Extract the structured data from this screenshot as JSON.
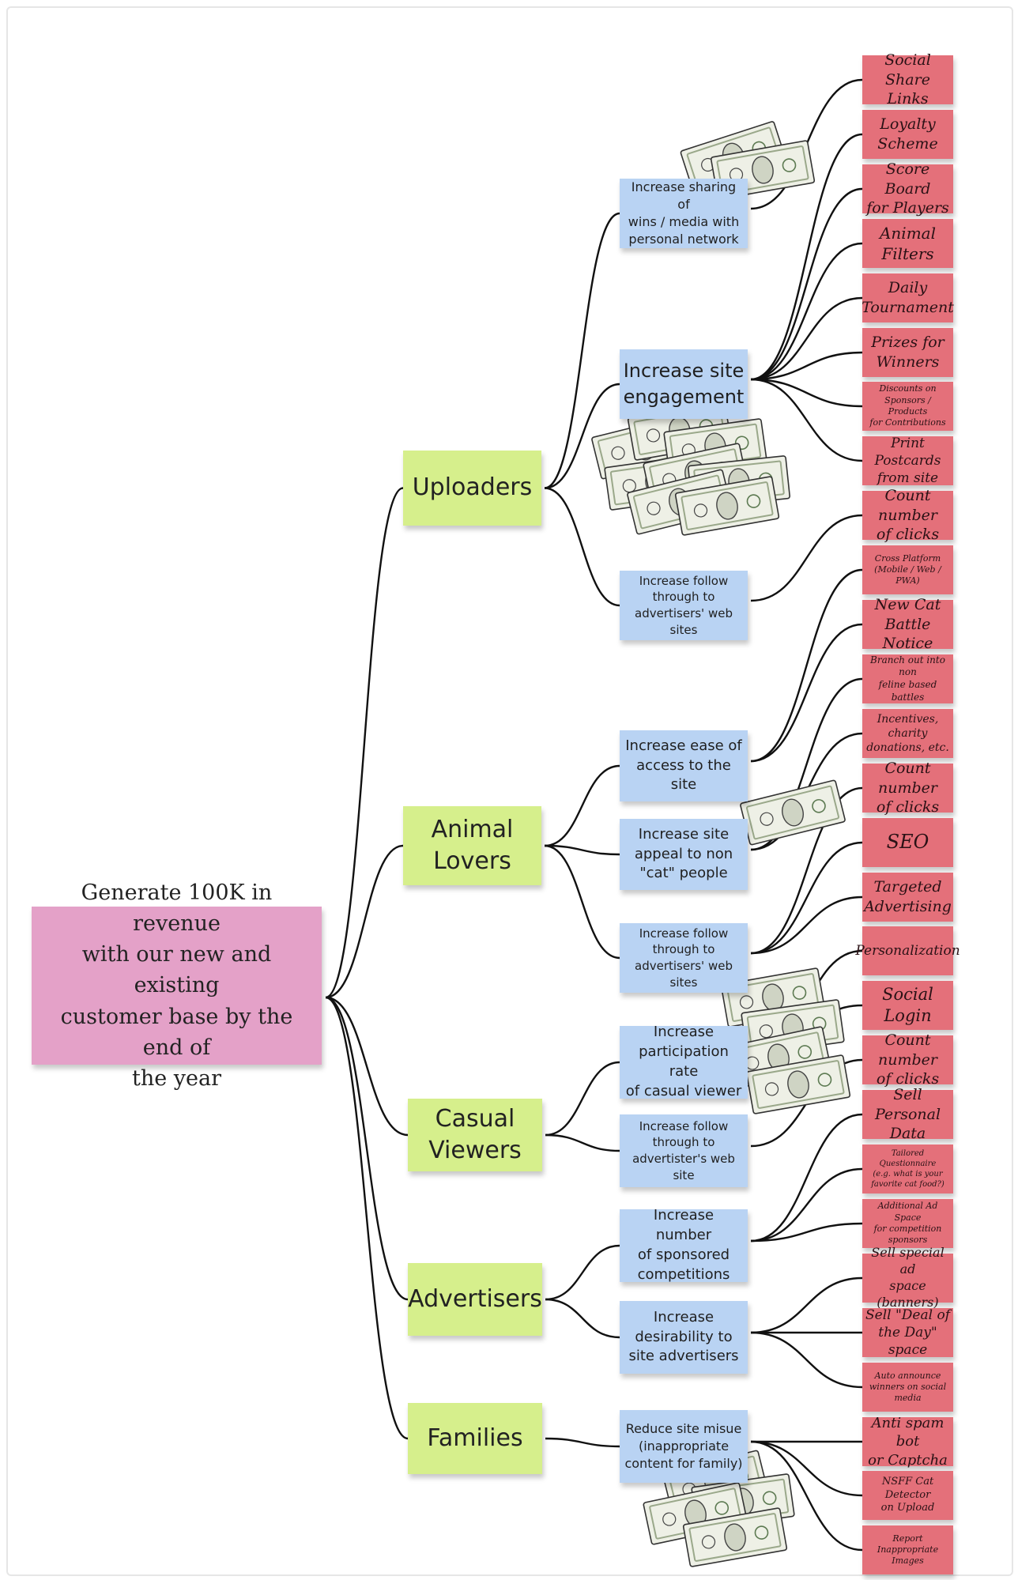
{
  "goal": {
    "text": "Generate 100K in revenue\nwith our new and existing\ncustomer base by the end of\nthe year"
  },
  "actors": [
    {
      "id": "uploaders",
      "label": "Uploaders"
    },
    {
      "id": "animal-lovers",
      "label": "Animal\nLovers"
    },
    {
      "id": "casual-viewers",
      "label": "Casual\nViewers"
    },
    {
      "id": "advertisers",
      "label": "Advertisers"
    },
    {
      "id": "families",
      "label": "Families"
    }
  ],
  "impacts": [
    {
      "id": "share",
      "actor": "uploaders",
      "label": "Increase sharing of\nwins / media with\npersonal network"
    },
    {
      "id": "engagement",
      "actor": "uploaders",
      "label": "Increase site\nengagement"
    },
    {
      "id": "follow-up",
      "actor": "uploaders",
      "label": "Increase follow\nthrough to\nadvertisers' web sites"
    },
    {
      "id": "ease",
      "actor": "animal-lovers",
      "label": "Increase ease of\naccess to the site"
    },
    {
      "id": "appeal",
      "actor": "animal-lovers",
      "label": "Increase site\nappeal to non\n\"cat\" people"
    },
    {
      "id": "follow-al",
      "actor": "animal-lovers",
      "label": "Increase follow\nthrough to\nadvertisers' web sites"
    },
    {
      "id": "participation",
      "actor": "casual-viewers",
      "label": "Increase\nparticipation rate\nof casual viewer"
    },
    {
      "id": "follow-cv",
      "actor": "casual-viewers",
      "label": "Increase follow\nthrough to\nadvertister's web site"
    },
    {
      "id": "sponsored",
      "actor": "advertisers",
      "label": "Increase number\nof sponsored\ncompetitions"
    },
    {
      "id": "desirability",
      "actor": "advertisers",
      "label": "Increase\ndesirability to\nsite advertisers"
    },
    {
      "id": "misuse",
      "actor": "families",
      "label": "Reduce site misue\n(inappropriate\ncontent for family)"
    }
  ],
  "deliverables": [
    {
      "impact": "share",
      "label": "Social Share\nLinks"
    },
    {
      "impact": "engagement",
      "label": "Loyalty\nScheme"
    },
    {
      "impact": "engagement",
      "label": "Score Board\nfor Players"
    },
    {
      "impact": "engagement",
      "label": "Animal Filters"
    },
    {
      "impact": "engagement",
      "label": "Daily\nTournament"
    },
    {
      "impact": "engagement",
      "label": "Prizes for\nWinners"
    },
    {
      "impact": "engagement",
      "label": "Discounts on\nSponsors / Products\nfor Contributions"
    },
    {
      "impact": "engagement",
      "label": "Print Postcards\nfrom site"
    },
    {
      "impact": "follow-up",
      "label": "Count number\nof clicks"
    },
    {
      "impact": "ease",
      "label": "Cross Platform\n(Mobile / Web /\nPWA)"
    },
    {
      "impact": "ease",
      "label": "New Cat\nBattle Notice"
    },
    {
      "impact": "appeal",
      "label": "Branch out into non\nfeline based battles"
    },
    {
      "impact": "appeal",
      "label": "Incentives, charity\ndonations, etc."
    },
    {
      "impact": "follow-al",
      "label": "Count number\nof clicks"
    },
    {
      "impact": "follow-al",
      "label": "SEO"
    },
    {
      "impact": "follow-al",
      "label": "Targeted\nAdvertising"
    },
    {
      "impact": "participation",
      "label": "Personalization"
    },
    {
      "impact": "participation",
      "label": "Social Login"
    },
    {
      "impact": "follow-cv",
      "label": "Count number\nof clicks"
    },
    {
      "impact": "sponsored",
      "label": "Sell Personal\nData"
    },
    {
      "impact": "sponsored",
      "label": "Tailored Questionnaire\n(e.g. what is your\nfavorite cat food?)"
    },
    {
      "impact": "sponsored",
      "label": "Additional Ad Space\nfor competition\nsponsors"
    },
    {
      "impact": "desirability",
      "label": "Sell special ad\nspace (banners)"
    },
    {
      "impact": "desirability",
      "label": "Sell \"Deal of\nthe Day\" space"
    },
    {
      "impact": "desirability",
      "label": "Auto announce\nwinners on social\nmedia"
    },
    {
      "impact": "misuse",
      "label": "Anti spam bot\nor Captcha"
    },
    {
      "impact": "misuse",
      "label": "NSFF Cat Detector\non Upload"
    },
    {
      "impact": "misuse",
      "label": "Report Inappropriate\nImages"
    }
  ],
  "colors": {
    "goal": "#e4a1c8",
    "actor": "#d6ef8c",
    "impact": "#b9d3f3",
    "deliverable": "#e4707a",
    "connector": "#111111",
    "banknote": "#9aa88a"
  },
  "icons": {
    "money": "banknote-stack-icon"
  }
}
